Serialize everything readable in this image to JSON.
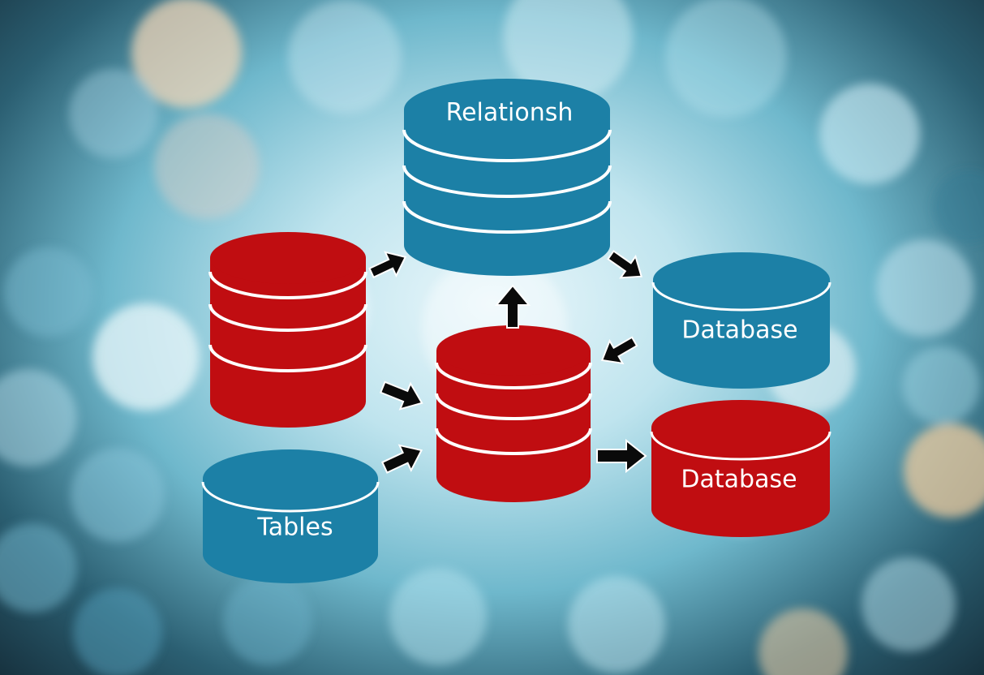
{
  "diagram": {
    "nodes": [
      {
        "id": "relationship",
        "label": "Relationsh",
        "color": "#1c80a6",
        "stripes": 3
      },
      {
        "id": "red-left",
        "label": "",
        "color": "#c00d11",
        "stripes": 3
      },
      {
        "id": "red-center",
        "label": "",
        "color": "#c00d11",
        "stripes": 3
      },
      {
        "id": "database-blue",
        "label": "Database",
        "color": "#1c80a6",
        "stripes": 0
      },
      {
        "id": "database-red",
        "label": "Database",
        "color": "#c00d11",
        "stripes": 0
      },
      {
        "id": "tables",
        "label": "Tables",
        "color": "#1c80a6",
        "stripes": 0
      }
    ],
    "edges": [
      {
        "from": "red-left",
        "to": "relationship"
      },
      {
        "from": "red-center",
        "to": "relationship"
      },
      {
        "from": "relationship",
        "to": "database-blue"
      },
      {
        "from": "database-blue",
        "to": "red-center"
      },
      {
        "from": "red-left",
        "to": "red-center"
      },
      {
        "from": "tables",
        "to": "red-center"
      },
      {
        "from": "red-center",
        "to": "database-red"
      }
    ]
  },
  "colors": {
    "blue": "#1c80a6",
    "red": "#c00d11",
    "arrow": "#0a0a0a",
    "stripe": "#ffffff"
  }
}
